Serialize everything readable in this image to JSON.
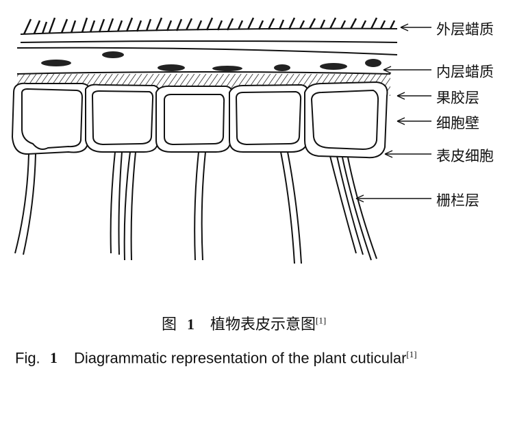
{
  "labels": {
    "outer_wax": "外层蜡质",
    "inner_wax": "内层蜡质",
    "pectin_layer": "果胶层",
    "cell_wall": "细胞壁",
    "epidermal_cell": "表皮细胞",
    "palisade_layer": "栅栏层"
  },
  "caption_cn": {
    "prefix": "图",
    "number": "1",
    "text": "植物表皮示意图",
    "ref": "[1]"
  },
  "caption_en": {
    "prefix": "Fig.",
    "number": "1",
    "text": "Diagrammatic representation of the plant cuticular",
    "ref": "[1]"
  }
}
